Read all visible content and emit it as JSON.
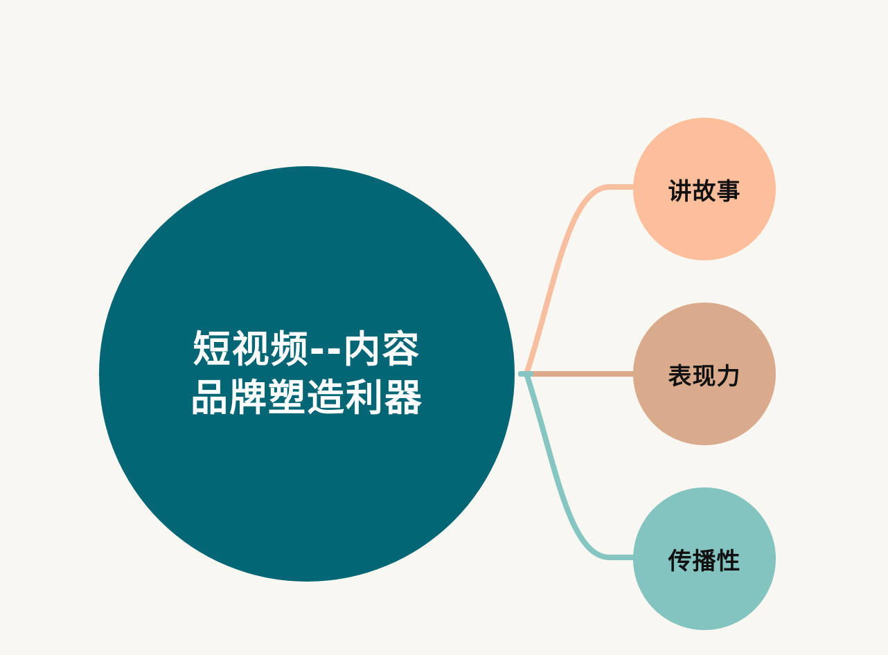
{
  "diagram": {
    "center": {
      "label": "短视频--内容品牌塑造利器",
      "color": "#026675",
      "text_color": "#ffffff"
    },
    "branches": [
      {
        "label": "讲故事",
        "fill": "#fdbe9b",
        "line_color": "#f7bea0"
      },
      {
        "label": "表现力",
        "fill": "#d9ab8c",
        "line_color": "#dca98a"
      },
      {
        "label": "传播性",
        "fill": "#83c4c0",
        "line_color": "#85c5c2"
      }
    ]
  }
}
